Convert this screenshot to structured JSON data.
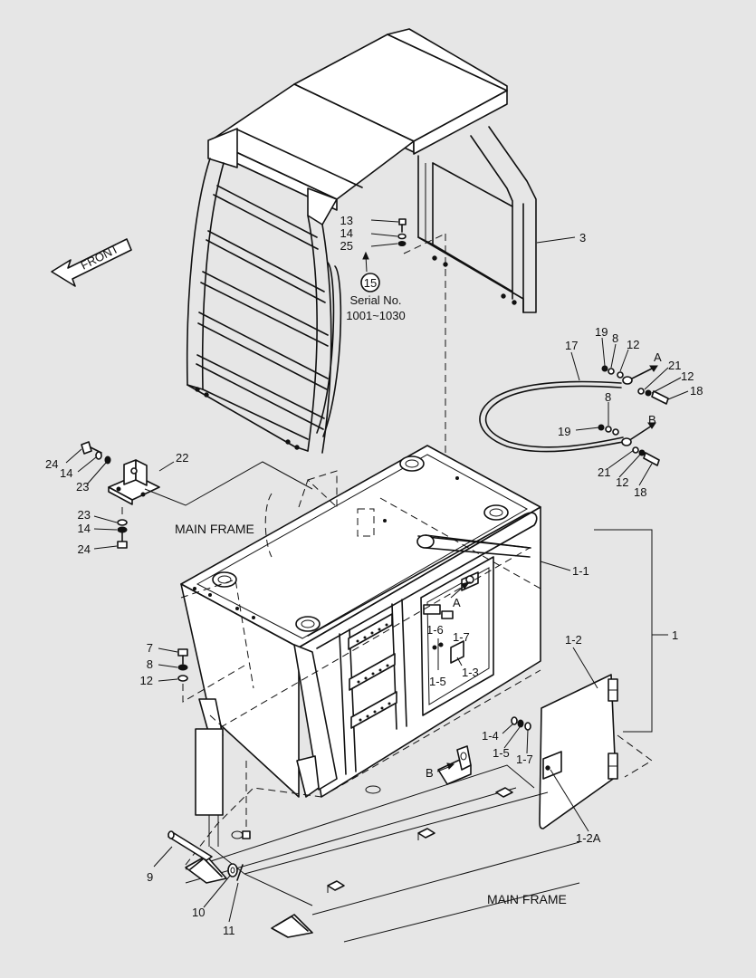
{
  "direction_label": "FRONT",
  "frame_labels": {
    "main_frame_upper": "MAIN FRAME",
    "main_frame_lower": "MAIN FRAME"
  },
  "serial": {
    "circled_ref": "15",
    "line1": "Serial No.",
    "line2": "1001~1030"
  },
  "view_markers": {
    "a": "A",
    "b": "B"
  },
  "callouts": {
    "c3": "3",
    "c13": "13",
    "c14_top": "14",
    "c25": "25",
    "c17": "17",
    "c19_a": "19",
    "c8_a": "8",
    "c12_a": "12",
    "cA": "A",
    "c21_a": "21",
    "c12_b": "12",
    "c18_a": "18",
    "c8_b": "8",
    "c19_b": "19",
    "cB": "B",
    "c21_b": "21",
    "c12_c": "12",
    "c18_b": "18",
    "c24_a": "24",
    "c14_a": "14",
    "c23_a": "23",
    "c22": "22",
    "c23_b": "23",
    "c14_b": "14",
    "c24_b": "24",
    "c1_1": "1-1",
    "c1": "1",
    "c1_2": "1-2",
    "c1_2a": "1-2A",
    "c1_6": "1-6",
    "c1_7_a": "1-7",
    "c1_5_a": "1-5",
    "c1_3": "1-3",
    "cA_inner": "A",
    "c7": "7",
    "c8_c": "8",
    "c12_d": "12",
    "c1_4": "1-4",
    "c1_5_b": "1-5",
    "c1_7_b": "1-7",
    "cB_inner": "B",
    "c9": "9",
    "c10": "10",
    "c11": "11"
  }
}
